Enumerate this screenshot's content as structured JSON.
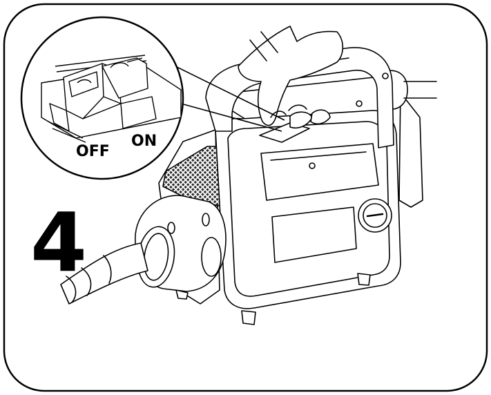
{
  "step": {
    "number": "4"
  },
  "switch": {
    "off_label": "OFF",
    "on_label": "ON"
  },
  "colors": {
    "line": "#000000",
    "background": "#ffffff",
    "grille": "#2a2a2a"
  }
}
